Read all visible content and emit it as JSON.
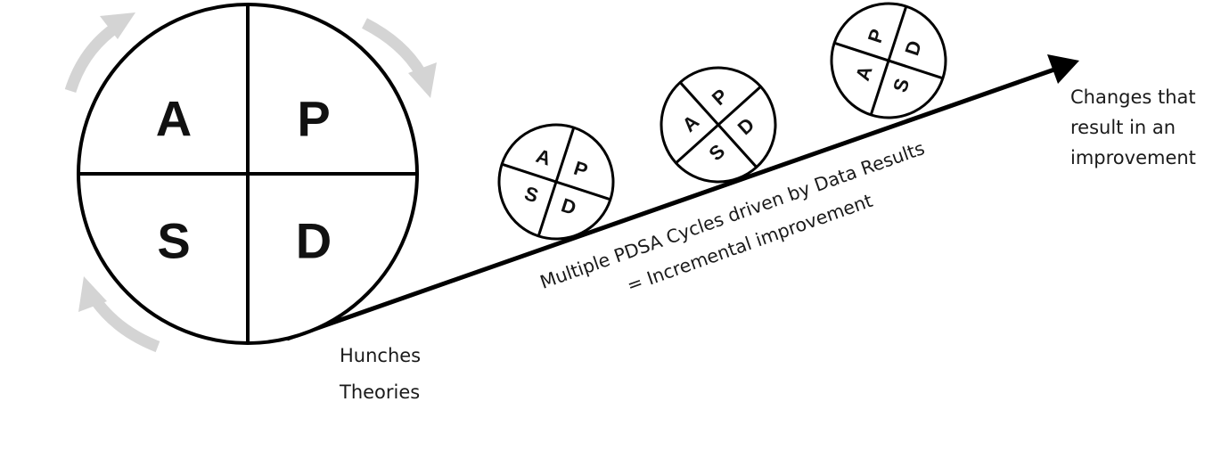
{
  "main_cycle": {
    "q_top_left": "A",
    "q_top_right": "P",
    "q_bottom_left": "S",
    "q_bottom_right": "D"
  },
  "small_cycles": [
    {
      "a": "A",
      "p": "P",
      "s": "S",
      "d": "D"
    },
    {
      "a": "A",
      "p": "P",
      "s": "S",
      "d": "D"
    },
    {
      "a": "A",
      "p": "P",
      "s": "S",
      "d": "D"
    }
  ],
  "ramp": {
    "line1": "Multiple PDSA Cycles driven by Data Results",
    "line2": "= Incremental improvement"
  },
  "start_labels": {
    "line1": "Hunches",
    "line2": "Theories"
  },
  "end_labels": {
    "line1": "Changes that",
    "line2": "result in an",
    "line3": "improvement"
  },
  "colors": {
    "stroke": "#000000",
    "rotation_arrows": "#d4d4d4",
    "text": "#1a1a1a"
  }
}
